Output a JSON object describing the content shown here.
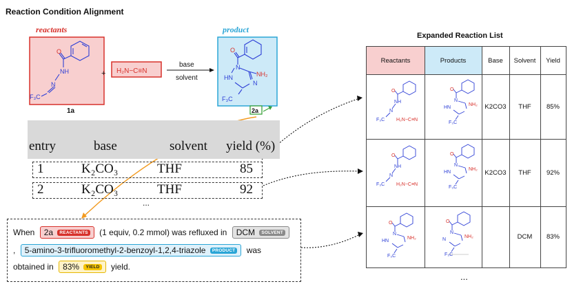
{
  "title": "Reaction Condition Alignment",
  "reaction": {
    "reactants_label": "reactants",
    "product_label": "product",
    "compound_1a_label": "1a",
    "plus": "+",
    "reagent": "H₂N−C≡N",
    "arrow_top": "base",
    "arrow_bottom": "solvent",
    "product_id": "2a",
    "atoms": {
      "O": "O",
      "NH": "NH",
      "N": "N",
      "HN": "HN",
      "NH2": "NH₂",
      "CF3": "F₃C",
      "CF3p": "F₃C"
    }
  },
  "condition_table": {
    "headers": [
      "entry",
      "base",
      "solvent",
      "yield (%)"
    ],
    "rows": [
      {
        "entry": "1",
        "base": "K₂CO₃",
        "solvent": "THF",
        "yield": "85"
      },
      {
        "entry": "2",
        "base": "K₂CO₃",
        "solvent": "THF",
        "yield": "92"
      }
    ],
    "ellipsis": "..."
  },
  "paragraph": {
    "when": "When",
    "reactant_chip": "2a",
    "reactant_tag": "REACTANTS",
    "equiv_text": "(1 equiv, 0.2 mmol) was refluxed in",
    "solvent_chip": "DCM",
    "solvent_tag": "SOLVENT",
    "comma": ",",
    "product_chip": "5-amino-3-trifluoromethyl-2-benzoyl-1,2,4-triazole",
    "product_tag": "PRODUCT",
    "was": "was",
    "obtained_in": "obtained in",
    "yield_chip": "83%",
    "yield_tag": "YIELD",
    "yield_word": "yield."
  },
  "expanded": {
    "title": "Expanded Reaction List",
    "headers": [
      "Reactants",
      "Products",
      "Base",
      "Solvent",
      "Yield"
    ],
    "rows": [
      {
        "base": "K2CO3",
        "solvent": "THF",
        "yield": "85%"
      },
      {
        "base": "K2CO3",
        "solvent": "THF",
        "yield": "92%"
      },
      {
        "base": "",
        "solvent": "DCM",
        "yield": "83%"
      }
    ],
    "ellipsis": "..."
  },
  "colors": {
    "reactant_fill": "#f8cfcf",
    "reactant_border": "#d7302a",
    "product_fill": "#cdeaf8",
    "product_border": "#2aa5d6",
    "structure_blue": "#2d3fd6",
    "structure_red": "#d7302a",
    "arrow_orange": "#f29a1f",
    "tag_green": "#3aa23a"
  }
}
